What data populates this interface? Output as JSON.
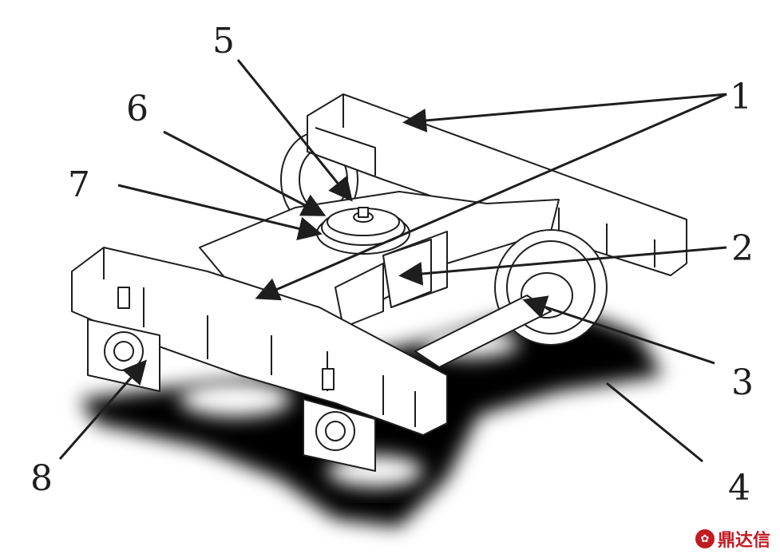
{
  "labels": [
    {
      "id": "1",
      "text": "1"
    },
    {
      "id": "2",
      "text": "2"
    },
    {
      "id": "3",
      "text": "3"
    },
    {
      "id": "4",
      "text": "4"
    },
    {
      "id": "5",
      "text": "5"
    },
    {
      "id": "6",
      "text": "6"
    },
    {
      "id": "7",
      "text": "7"
    },
    {
      "id": "8",
      "text": "8"
    }
  ],
  "watermark": {
    "text": "鼎达信",
    "icon": "flower-logo-icon"
  },
  "colors": {
    "ink": "#1e1e1e",
    "shadow": "#000000",
    "watermark": "#c21b22"
  }
}
